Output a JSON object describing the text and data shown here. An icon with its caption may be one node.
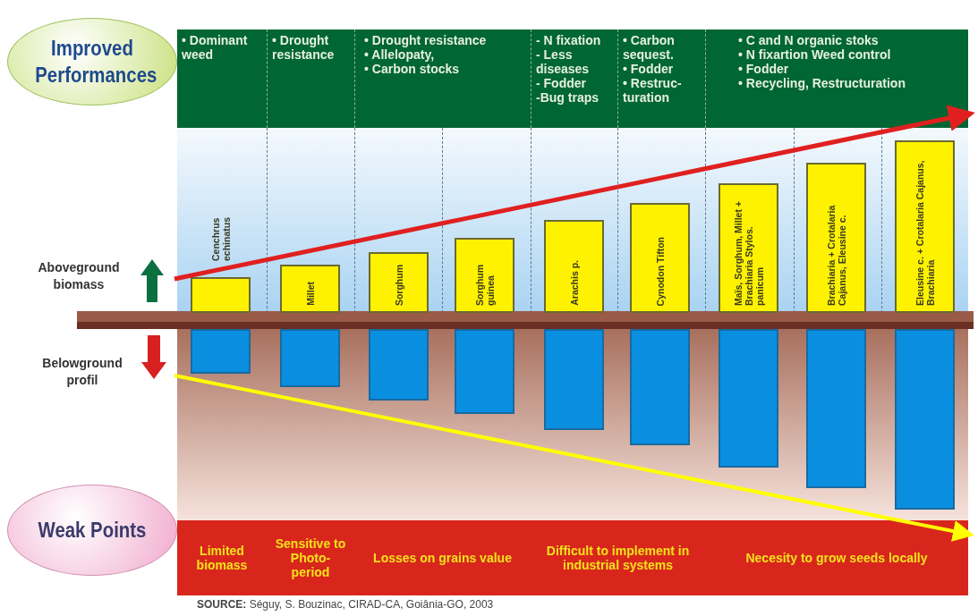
{
  "diagram": {
    "nodes": [
      {
        "text": [
          "Improved Performances"
        ]
      },
      {
        "text": [
          "• Dominant weed"
        ]
      },
      {
        "text": [
          "• Drought resistance"
        ]
      },
      {
        "text": [
          "• Drought resistance",
          "• Allelopaty,",
          "• Carbon stocks"
        ]
      },
      {
        "text": [
          "- N fixation",
          "- Less diseases",
          "- Fodder",
          "-Bug traps"
        ]
      },
      {
        "text": [
          "• Carbon sequest.",
          "• Fodder",
          "• Restruc- turation"
        ]
      },
      {
        "text": [
          "• C and N organic stoks",
          "• N fixartion Weed control",
          "• Fodder",
          "• Recycling, Restructuration"
        ]
      },
      {
        "text": [
          "Cenchrus echinatus"
        ]
      },
      {
        "text": [
          "Millet"
        ]
      },
      {
        "text": [
          "Sorghum"
        ]
      },
      {
        "text": [
          "Sorghum guinea"
        ]
      },
      {
        "text": [
          "Arachis p."
        ]
      },
      {
        "text": [
          "Cynodon Tifton"
        ]
      },
      {
        "text": [
          "Maïs, Sorghum, Millet + Brachiaria Stylos. panicum"
        ]
      },
      {
        "text": [
          "Brachiaria + Crotalaria Cajanus, Eleusine c."
        ]
      },
      {
        "text": [
          "Eleusine c. + Crotalaria Cajanus, Brachiaria"
        ]
      },
      {
        "text": [],
        "shape": "bar"
      },
      {
        "text": [],
        "shape": "bar"
      },
      {
        "text": [],
        "shape": "bar"
      },
      {
        "text": [],
        "shape": "bar"
      },
      {
        "text": [],
        "shape": "bar"
      },
      {
        "text": [],
        "shape": "bar"
      },
      {
        "text": [],
        "shape": "bar"
      },
      {
        "text": [],
        "shape": "bar"
      },
      {
        "text": [],
        "shape": "bar"
      },
      {
        "text": [
          "Weak Points"
        ]
      },
      {
        "text": [
          "Limited biomass"
        ]
      },
      {
        "text": [
          "Sensitive to Photo- period"
        ]
      },
      {
        "text": [
          "Losses on grains value"
        ]
      },
      {
        "text": [
          "Difficult to implement in industrial systems"
        ]
      },
      {
        "text": [
          "Necesity to grow  seeds locally"
        ]
      }
    ],
    "labels": [
      "Aboveground biomass",
      "Belowground profil",
      "**SOURCE:** Séguy, S. Bouzinac, CIRAD-CA, Goiânia-GO, 2003"
    ]
  }
}
